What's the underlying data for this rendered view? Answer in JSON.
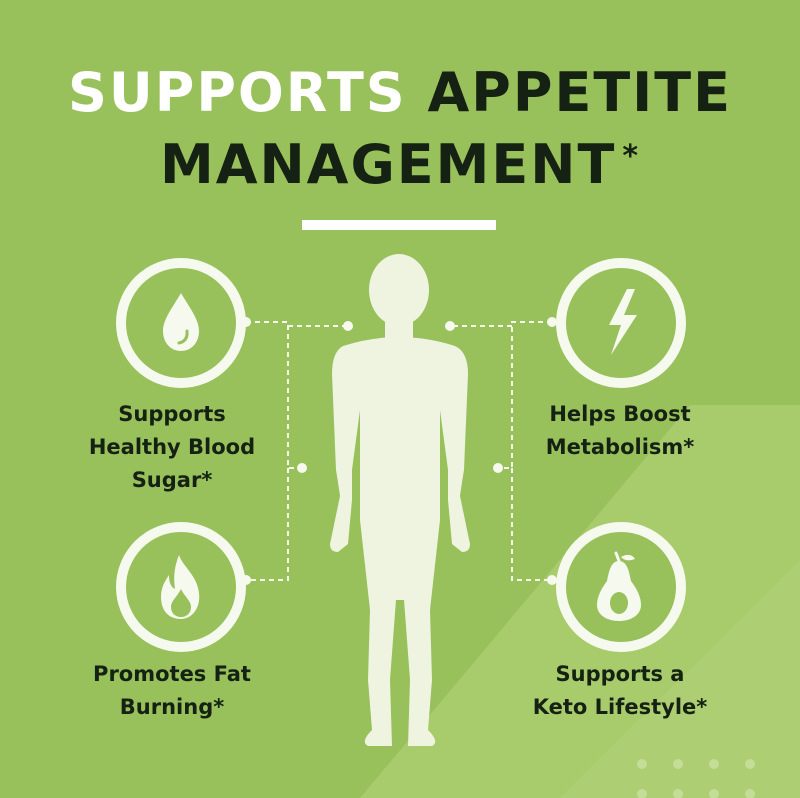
{
  "headline": {
    "line1_light": "SUPPORTS",
    "line1_dark": "APPETITE",
    "line2": "MANAGEMENT",
    "asterisk": "*"
  },
  "benefits": [
    {
      "icon": "water-drop-icon",
      "lines": [
        "Supports",
        "Healthy Blood",
        "Sugar*"
      ]
    },
    {
      "icon": "lightning-bolt-icon",
      "lines": [
        "Helps Boost",
        "Metabolism*"
      ]
    },
    {
      "icon": "flame-icon",
      "lines": [
        "Promotes Fat",
        "Burning*"
      ]
    },
    {
      "icon": "avocado-icon",
      "lines": [
        "Supports a",
        "Keto Lifestyle*"
      ]
    }
  ],
  "colors": {
    "background": "#98c05b",
    "background_light": "#a8cb6c",
    "text_dark": "#152112",
    "accent_light": "#f6f9ee",
    "silhouette": "#eef4df"
  }
}
